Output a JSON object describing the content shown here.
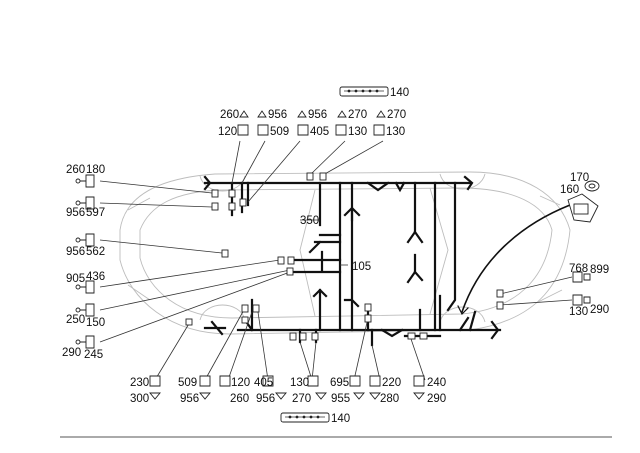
{
  "labels": {
    "top_strip_callout": "140",
    "bottom_strip_callout": "140",
    "top_row1": [
      "260",
      "956",
      "956",
      "270",
      "270"
    ],
    "top_row2": [
      "120",
      "509",
      "405",
      "130",
      "130"
    ],
    "left": [
      "260",
      "180",
      "956",
      "597",
      "956",
      "562",
      "905",
      "436",
      "250",
      "150",
      "290",
      "245"
    ],
    "main_harness_350": "350",
    "main_harness_105": "105",
    "right_170": "170",
    "right_160": "160",
    "right_768": "768",
    "right_899": "899",
    "right_130": "130",
    "right_290": "290",
    "bottom_row1": [
      "230",
      "509",
      "120",
      "405",
      "130",
      "695",
      "220",
      "240"
    ],
    "bottom_row2": [
      "300",
      "956",
      "260",
      "956",
      "270",
      "955",
      "280",
      "290"
    ]
  }
}
